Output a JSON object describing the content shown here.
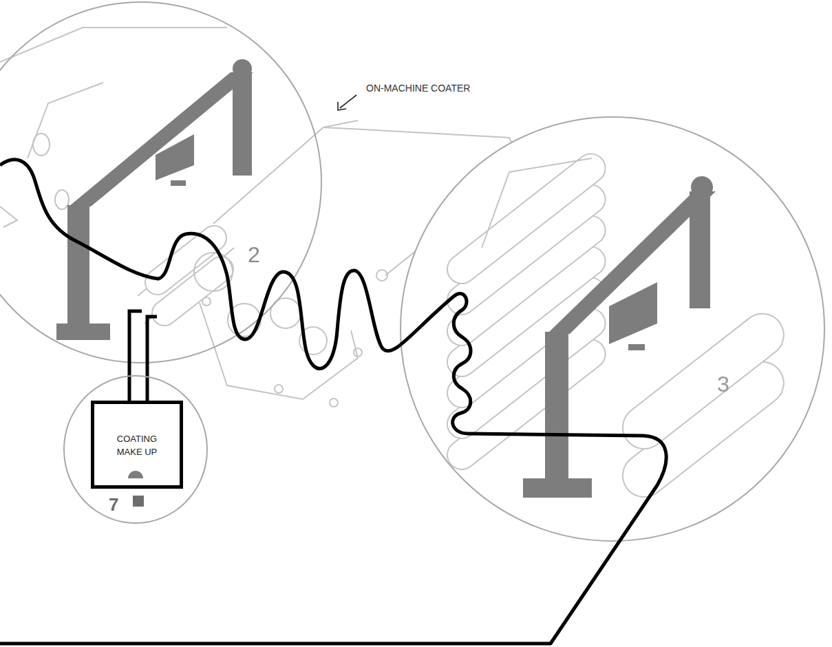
{
  "diagram": {
    "nodes": [
      {
        "text": [
          "7"
        ]
      },
      {
        "text": [
          "COATING MAKE UP"
        ],
        "in": 0
      }
    ],
    "labels": [
      "ON-MACHINE COATER",
      "2",
      "3"
    ]
  }
}
